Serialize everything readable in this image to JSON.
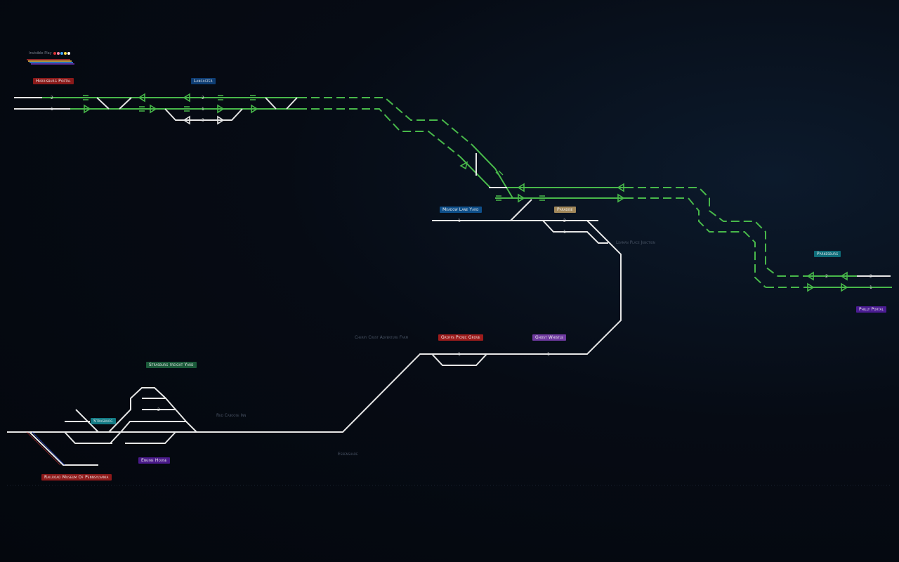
{
  "legend": {
    "title": "Invisible Play",
    "dot_colors": [
      "#d33",
      "#e8a",
      "#4af",
      "#fd4",
      "#fff"
    ],
    "bar_colors": [
      "#c33",
      "#ffd24a",
      "#3aa0ff",
      "#7a3ad0"
    ]
  },
  "stations": [
    {
      "id": "harrisburg-portal",
      "label": "Harrisburg Portal",
      "color": "#8b1a1a"
    },
    {
      "id": "lancaster",
      "label": "Lancaster",
      "color": "#0e3d73"
    },
    {
      "id": "meadow-lane-yard",
      "label": "Meadow Lane Yard",
      "color": "#0e4f8a"
    },
    {
      "id": "paradise",
      "label": "Paradise",
      "color": "#a0875a"
    },
    {
      "id": "parkesburg",
      "label": "Parkesburg",
      "color": "#0f6d7a"
    },
    {
      "id": "philly-portal",
      "label": "Philly Portal",
      "color": "#4b1c93"
    },
    {
      "id": "groffs-picnic-grove",
      "label": "Groffs Picnic Grove",
      "color": "#9d1c1c"
    },
    {
      "id": "ghost-whistle",
      "label": "Ghost Whistle",
      "color": "#6f3aa0"
    },
    {
      "id": "strasburg-freight-yard",
      "label": "Strasburg freight Yard",
      "color": "#1b5a3a"
    },
    {
      "id": "strasburg",
      "label": "Strasburg",
      "color": "#137b85"
    },
    {
      "id": "engine-house",
      "label": "Engine House",
      "color": "#4a1a8a"
    },
    {
      "id": "railroad-museum",
      "label": "Railroad Museum Of Pennsylvania",
      "color": "#8e1a1a"
    }
  ],
  "places": [
    {
      "id": "leaman-place-junction",
      "label": "Leaman Place Junction"
    },
    {
      "id": "cherry-crest-farm",
      "label": "Cherry Crest Adventure Farm"
    },
    {
      "id": "red-caboose-inn",
      "label": "Red Caboose Inn"
    },
    {
      "id": "esbenshade",
      "label": "Esbenshade"
    }
  ],
  "track_numbers": {
    "one": "1",
    "two": "2",
    "three": "3"
  }
}
